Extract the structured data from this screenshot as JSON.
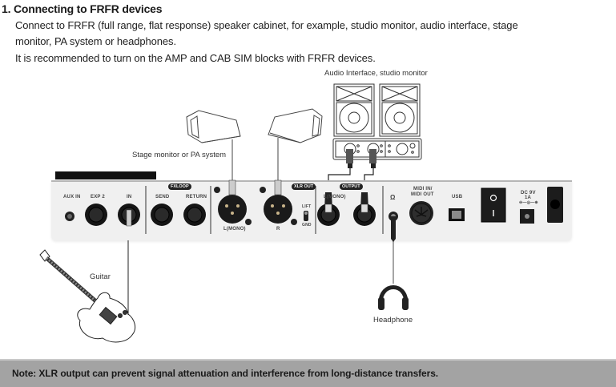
{
  "section": {
    "heading": "1. Connecting to FRFR devices",
    "paragraphs": [
      "Connect to FRFR (full range, flat response) speaker cabinet, for example, studio monitor, audio interface, stage",
      "monitor, PA system or headphones.",
      "It is recommended to turn on the AMP and CAB SIM blocks with FRFR devices."
    ]
  },
  "diagram": {
    "labels": {
      "audio_interface": "Audio Interface, studio monitor",
      "stage_monitor": "Stage monitor or PA system",
      "guitar": "Guitar",
      "headphone": "Headphone"
    },
    "panel": {
      "aux_in": "AUX IN",
      "exp2": "EXP 2",
      "in": "IN",
      "fx_loop": "FXLOOP",
      "send": "SEND",
      "return": "RETURN",
      "xlr_out": "XLR OUT",
      "xlr_l": "L(MONO)",
      "xlr_r": "R",
      "lift": "LIFT",
      "gnd": "GND",
      "output": "OUTPUT",
      "output_l": "L(MONO)",
      "phones_symbol": "Ω",
      "midi": "MIDI IN/",
      "midi2": "MIDI OUT",
      "usb": "USB",
      "dc": "DC 9V",
      "dc2": "1A",
      "dc_polarity": "⊖—◎—⊕"
    }
  },
  "note": {
    "text": "Note: XLR output can prevent signal attenuation and interference from long-distance transfers."
  }
}
